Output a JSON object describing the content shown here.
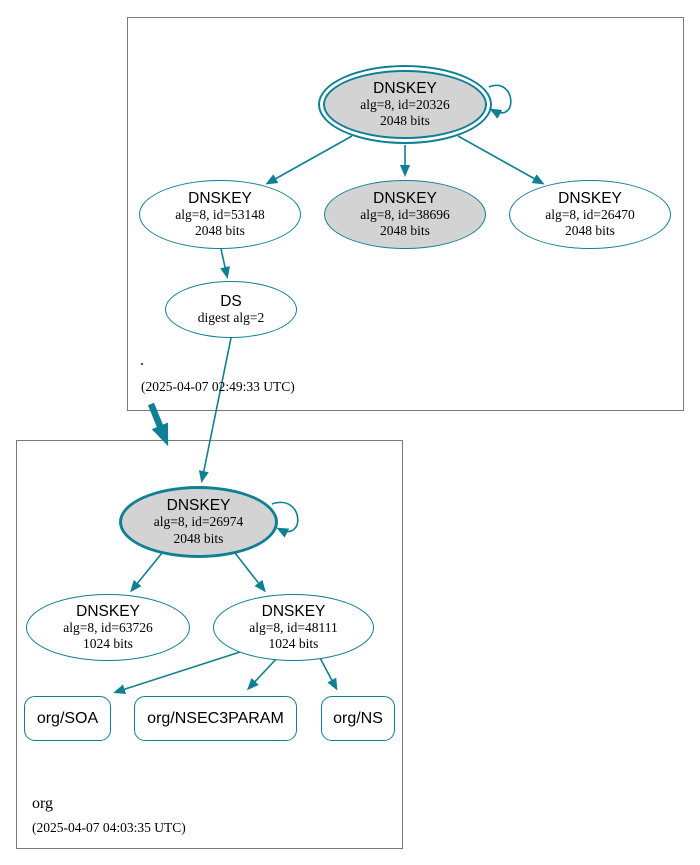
{
  "diagram_type": "dnssec-authentication-chain",
  "colors": {
    "edge_teal": "#0f7f94",
    "sep_key_fill": "#d3d3d3",
    "node_fill": "#ffffff",
    "zone_box_border": "#7a7a7a",
    "text": "#000000"
  },
  "root_zone": {
    "label": ".",
    "timestamp": "(2025-04-07 02:49:33 UTC)",
    "ksk": {
      "title": "DNSKEY",
      "detail": "alg=8, id=20326",
      "bits": "2048 bits"
    },
    "zsk_left": {
      "title": "DNSKEY",
      "detail": "alg=8, id=53148",
      "bits": "2048 bits"
    },
    "zsk_mid": {
      "title": "DNSKEY",
      "detail": "alg=8, id=38696",
      "bits": "2048 bits"
    },
    "zsk_right": {
      "title": "DNSKEY",
      "detail": "alg=8, id=26470",
      "bits": "2048 bits"
    },
    "ds": {
      "title": "DS",
      "detail": "digest alg=2"
    }
  },
  "org_zone": {
    "label": "org",
    "timestamp": "(2025-04-07 04:03:35 UTC)",
    "ksk": {
      "title": "DNSKEY",
      "detail": "alg=8, id=26974",
      "bits": "2048 bits"
    },
    "zsk_left": {
      "title": "DNSKEY",
      "detail": "alg=8, id=63726",
      "bits": "1024 bits"
    },
    "zsk_right": {
      "title": "DNSKEY",
      "detail": "alg=8, id=48111",
      "bits": "1024 bits"
    },
    "rrsets": {
      "soa": "org/SOA",
      "nsec3param": "org/NSEC3PARAM",
      "ns": "org/NS"
    }
  }
}
